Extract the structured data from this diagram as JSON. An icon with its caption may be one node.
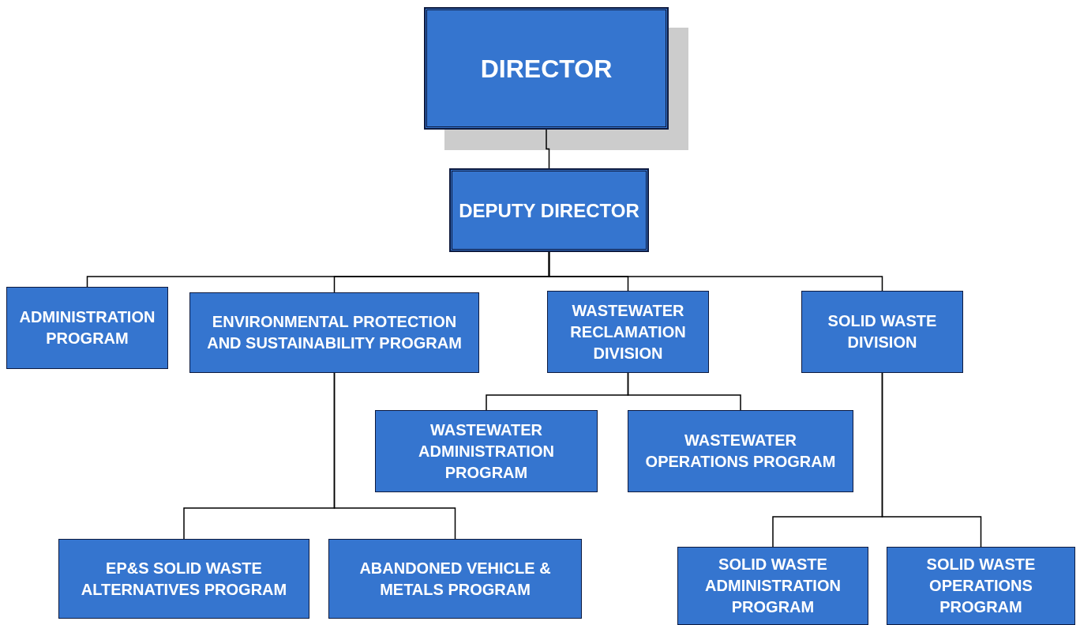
{
  "diagram": {
    "nodes": [
      {
        "text": [
          "DIRECTOR"
        ]
      },
      {
        "text": [
          "DEPUTY DIRECTOR"
        ]
      },
      {
        "text": [
          "ADMINISTRATION PROGRAM"
        ]
      },
      {
        "text": [
          "ENVIRONMENTAL PROTECTION AND SUSTAINABILITY PROGRAM"
        ]
      },
      {
        "text": [
          "WASTEWATER RECLAMATION DIVISION"
        ]
      },
      {
        "text": [
          "SOLID WASTE DIVISION"
        ]
      },
      {
        "text": [
          "WASTEWATER ADMINISTRATION PROGRAM"
        ]
      },
      {
        "text": [
          "WASTEWATER OPERATIONS PROGRAM"
        ]
      },
      {
        "text": [
          "EP&S SOLID WASTE ALTERNATIVES PROGRAM"
        ]
      },
      {
        "text": [
          "ABANDONED VEHICLE & METALS PROGRAM"
        ]
      },
      {
        "text": [
          "SOLID WASTE ADMINISTRATION PROGRAM"
        ]
      },
      {
        "text": [
          "SOLID WASTE OPERATIONS PROGRAM"
        ]
      }
    ],
    "edges": [
      {
        "from": 0,
        "to": 1,
        "arrow": "none"
      },
      {
        "from": 1,
        "to": 2,
        "arrow": "none"
      },
      {
        "from": 1,
        "to": 3,
        "arrow": "none"
      },
      {
        "from": 1,
        "to": 4,
        "arrow": "none"
      },
      {
        "from": 1,
        "to": 5,
        "arrow": "none"
      },
      {
        "from": 4,
        "to": 6,
        "arrow": "none"
      },
      {
        "from": 4,
        "to": 7,
        "arrow": "none"
      },
      {
        "from": 3,
        "to": 8,
        "arrow": "none"
      },
      {
        "from": 3,
        "to": 9,
        "arrow": "none"
      },
      {
        "from": 5,
        "to": 10,
        "arrow": "none"
      },
      {
        "from": 5,
        "to": 11,
        "arrow": "none"
      }
    ]
  }
}
